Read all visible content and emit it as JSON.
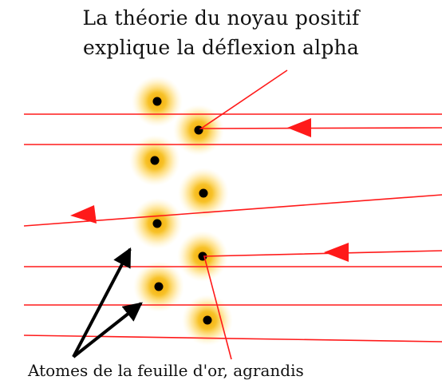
{
  "title": {
    "line1": "La théorie du noyau positif",
    "line2": "explique la déflexion alpha"
  },
  "caption": "Atomes de la feuille d'or, agrandis",
  "colors": {
    "ray": "#ff1a1a",
    "nucleus": "#000000",
    "glow_inner": "#f5b800",
    "glow_outer": "#ffd84a",
    "pointer_arrow": "#000000",
    "background": "#ffffff"
  },
  "atoms": {
    "count": 8,
    "description": "gold foil atoms, each with a small black positive nucleus surrounded by a yellow-orange glow"
  }
}
